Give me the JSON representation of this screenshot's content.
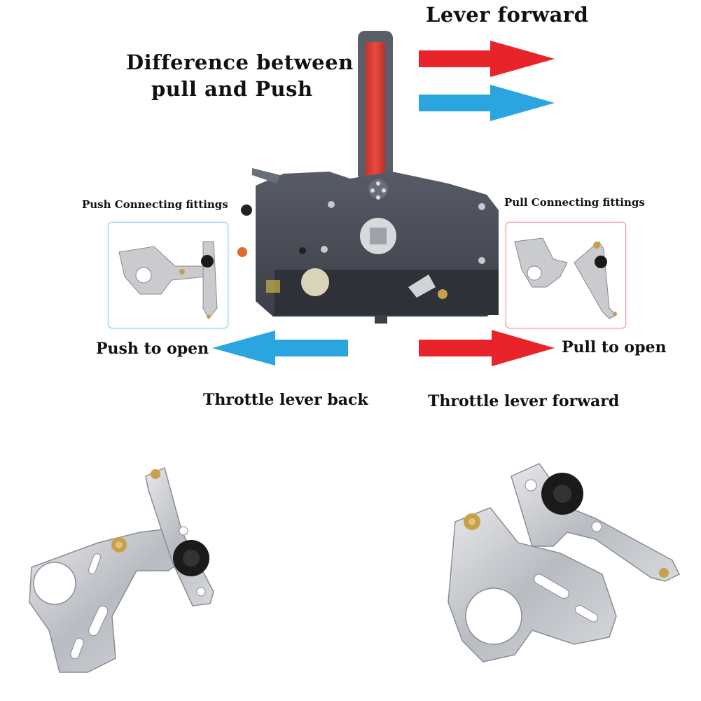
{
  "labels": {
    "lever_forward": "Lever forward",
    "difference_line1": "Difference between",
    "difference_line2": "pull  and Push",
    "push_connecting": "Push Connecting fittings",
    "pull_connecting": "Pull Connecting fittings",
    "push_to_open": "Push to open",
    "pull_to_open": "Pull to open",
    "throttle_back": "Throttle lever back",
    "throttle_forward": "Throttle lever forward"
  },
  "colors": {
    "red_arrow": "#e8232a",
    "blue_arrow": "#2aa5e0",
    "housing": "#4a4d57",
    "lever_red": "#e0423a",
    "metal": "#c9cbcf",
    "knob": "#1a1a1a",
    "brass": "#c9a04a"
  }
}
